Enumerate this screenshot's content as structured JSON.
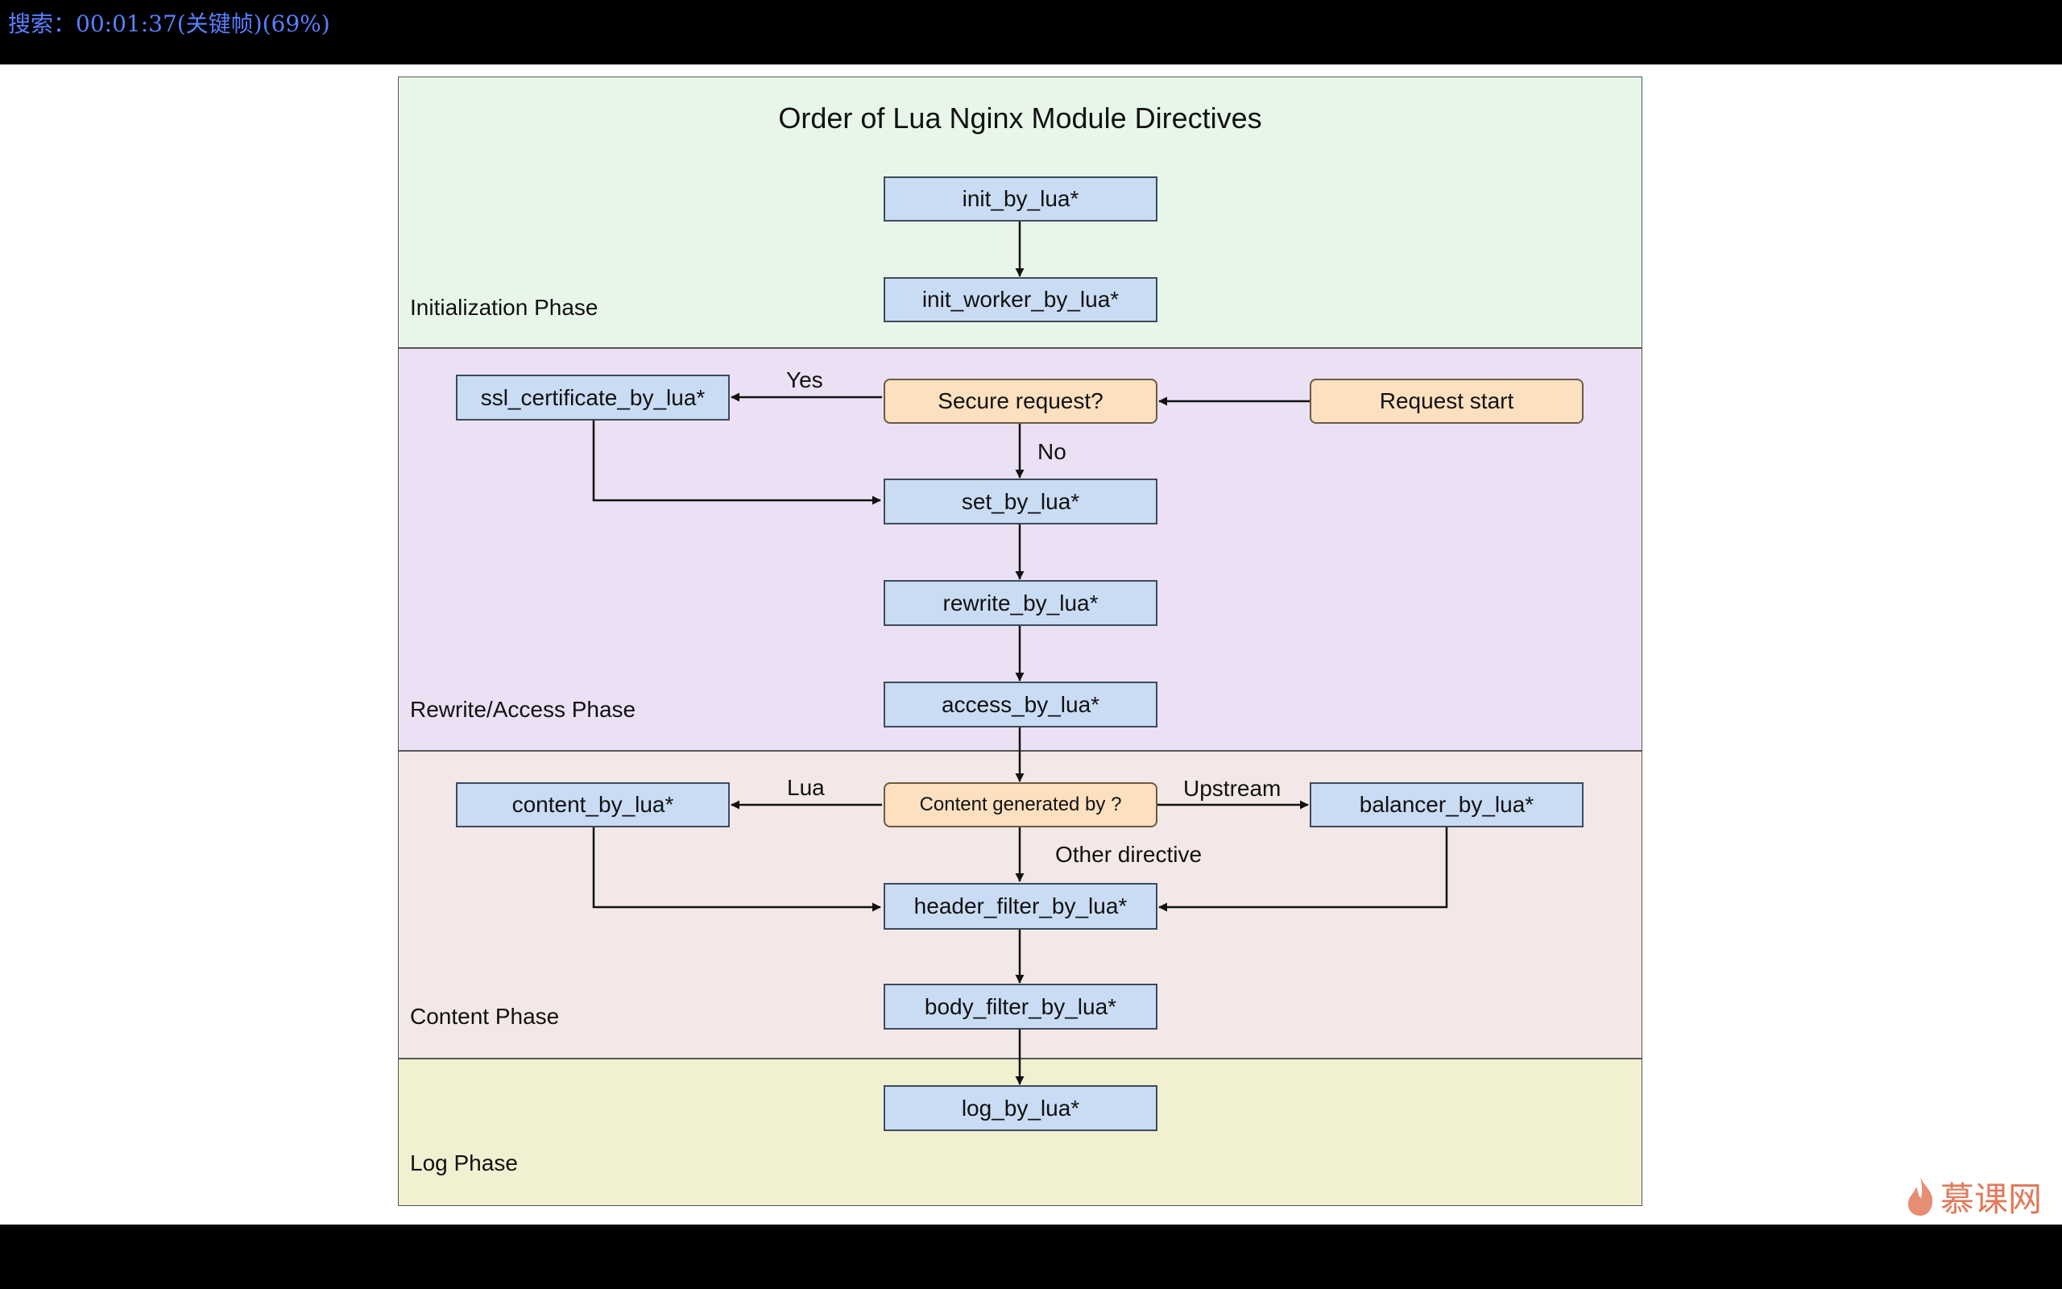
{
  "status_bar": {
    "search_text": "搜索：00:01:37(关键帧)(69%)"
  },
  "diagram": {
    "title": "Order of Lua Nginx Module Directives",
    "phases": [
      {
        "label": "Initialization Phase",
        "color": "#e8f6ea"
      },
      {
        "label": "Rewrite/Access Phase",
        "color": "#ebe0f4"
      },
      {
        "label": "Content Phase",
        "color": "#f3e7e7"
      },
      {
        "label": "Log Phase",
        "color": "#f1f0d0"
      }
    ],
    "nodes": {
      "init_by_lua": "init_by_lua*",
      "init_worker_by_lua": "init_worker_by_lua*",
      "ssl_certificate_by_lua": "ssl_certificate_by_lua*",
      "secure_request": "Secure request?",
      "request_start": "Request start",
      "set_by_lua": "set_by_lua*",
      "rewrite_by_lua": "rewrite_by_lua*",
      "access_by_lua": "access_by_lua*",
      "content_by_lua": "content_by_lua*",
      "content_generated_by": "Content generated by ?",
      "balancer_by_lua": "balancer_by_lua*",
      "header_filter_by_lua": "header_filter_by_lua*",
      "body_filter_by_lua": "body_filter_by_lua*",
      "log_by_lua": "log_by_lua*"
    },
    "edge_labels": {
      "yes": "Yes",
      "no": "No",
      "lua": "Lua",
      "upstream": "Upstream",
      "other_directive": "Other directive"
    },
    "colors": {
      "directive_box": "#c9dcf4",
      "decision_box": "#fce0bf"
    }
  },
  "watermark": {
    "text": "慕课网"
  }
}
